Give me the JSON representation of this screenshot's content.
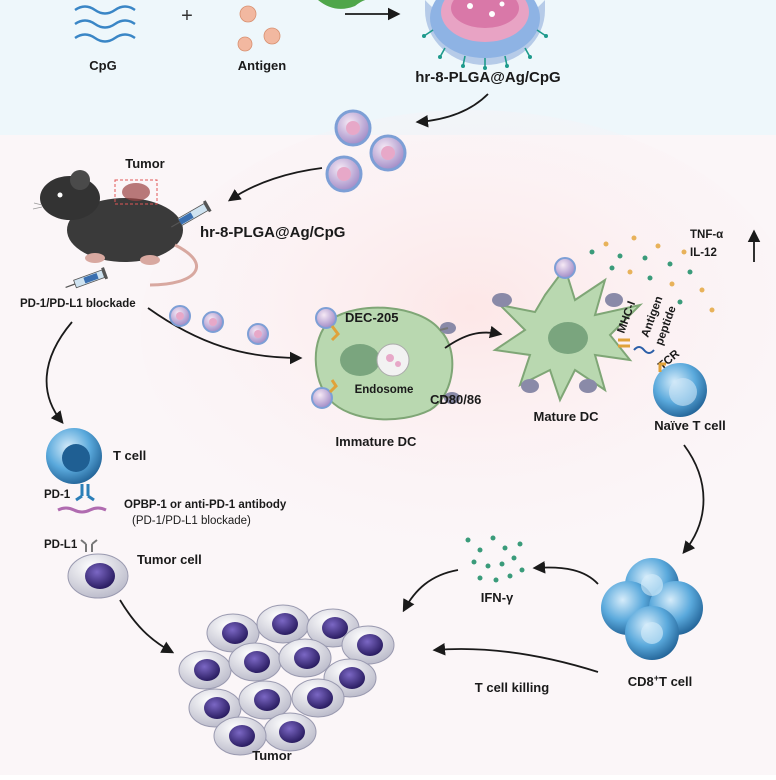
{
  "labels": {
    "cpg": "CpG",
    "antigen": "Antigen",
    "formulation_top": "hr-8-PLGA@Ag/CpG",
    "tumor_mouse": "Tumor",
    "formulation_injection": "hr-8-PLGA@Ag/CpG",
    "blockade": "PD-1/PD-L1 blockade",
    "dec205": "DEC-205",
    "endosome": "Endosome",
    "cd80_86": "CD80/86",
    "immature_dc": "Immature DC",
    "mature_dc": "Mature DC",
    "mhc": "MHC-I",
    "antigen_peptide_1": "Antigen",
    "antigen_peptide_2": "peptide",
    "tcr": "TCR",
    "naive_t": "Naïve T cell",
    "tnf": "TNF-α",
    "il12": "IL-12",
    "t_cell": "T cell",
    "pd1": "PD-1",
    "opbp_1": "OPBP-1 or anti-PD-1 antibody",
    "opbp_2": "(PD-1/PD-L1 blockade)",
    "pdl1": "PD-L1",
    "tumor_cell": "Tumor cell",
    "ifn": "IFN-γ",
    "t_cell_killing": "T cell killing",
    "cd8_prefix": "CD8",
    "cd8_sup": "+",
    "cd8_suffix": "T cell",
    "tumor_bottom": "Tumor"
  },
  "colors": {
    "arrow": "#1a1a1a",
    "dc_body": "#b9d8b0",
    "dc_edge": "#7fa676",
    "t_cell": "#2b7fb8",
    "t_cell_light": "#a8d4ee",
    "tumor_nucleus": "#3b2a7a",
    "tumor_cyto": "#d9d9e3",
    "nanoparticle": "#c7b3d9",
    "mouse": "#3a3a3a",
    "receptor": "#e0a23a"
  }
}
